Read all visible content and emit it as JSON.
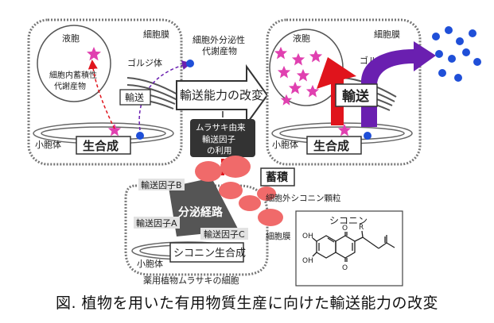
{
  "left_cell": {
    "vacuole": "液胞",
    "membrane": "細胞膜",
    "vacuole_product_line1": "細胞内蓄積性",
    "vacuole_product_line2": "代謝産物",
    "golgi": "ゴルジ体",
    "transport": "輸送",
    "er": "小胞体",
    "biosynthesis": "生合成"
  },
  "exterior_product_line1": "細胞外分泌性",
  "exterior_product_line2": "代謝産物",
  "modification_label": "輸送能力の改変",
  "right_cell": {
    "vacuole": "液胞",
    "membrane": "細胞膜",
    "golgi": "ゴルジ体",
    "transport": "輸送",
    "er": "小胞体",
    "biosynthesis": "生合成"
  },
  "factor_use": [
    "ムラサキ由来",
    "輸送因子",
    "の利用"
  ],
  "bottom_cell": {
    "factor_b": "輸送因子B",
    "factor_a": "輸送因子A",
    "factor_c": "輸送因子C",
    "secretion_pathway": "分泌経路",
    "shikonin_biosynthesis": "シコニン生合成",
    "er": "小胞体",
    "cell_name": "薬用植物ムラサキの細胞",
    "accumulation": "蓄積",
    "granules": "細胞外シコニン顆粒",
    "membrane": "細胞膜"
  },
  "structure_box": {
    "title": "シコニン",
    "oh_top": "OH",
    "o_top": "O",
    "r": "R",
    "oh_bottom": "OH",
    "o_bottom": "O"
  },
  "caption": "図. 植物を用いた有用物質生産に向けた輸送能力の改変",
  "colors": {
    "star": "#e040b0",
    "blue_dot": "#1f4fd8",
    "red_arrow": "#e0141c",
    "purple_arrow": "#6a1fb0",
    "granule": "#f06a6a",
    "dark_box": "#333333"
  }
}
